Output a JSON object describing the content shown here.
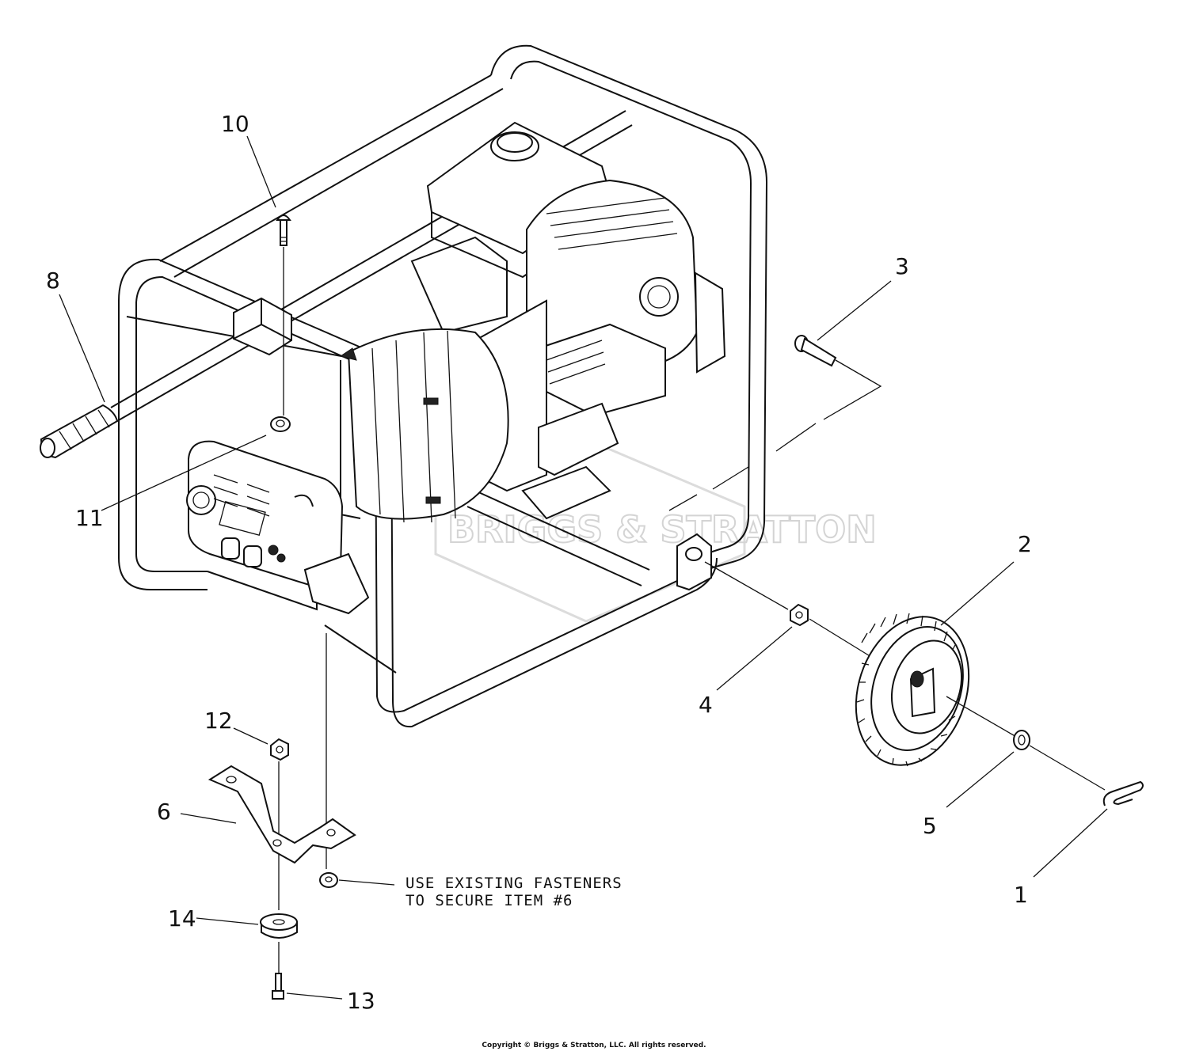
{
  "callouts": [
    {
      "id": "1",
      "label": "1"
    },
    {
      "id": "2",
      "label": "2"
    },
    {
      "id": "3",
      "label": "3"
    },
    {
      "id": "4",
      "label": "4"
    },
    {
      "id": "5",
      "label": "5"
    },
    {
      "id": "6",
      "label": "6"
    },
    {
      "id": "8",
      "label": "8"
    },
    {
      "id": "10",
      "label": "10"
    },
    {
      "id": "11",
      "label": "11"
    },
    {
      "id": "12",
      "label": "12"
    },
    {
      "id": "13",
      "label": "13"
    },
    {
      "id": "14",
      "label": "14"
    }
  ],
  "note": {
    "line1": "USE EXISTING FASTENERS",
    "line2": "TO SECURE ITEM #6"
  },
  "watermark": "BRIGGS & STRATTON",
  "copyright": "Copyright © Briggs & Stratton, LLC. All rights reserved."
}
